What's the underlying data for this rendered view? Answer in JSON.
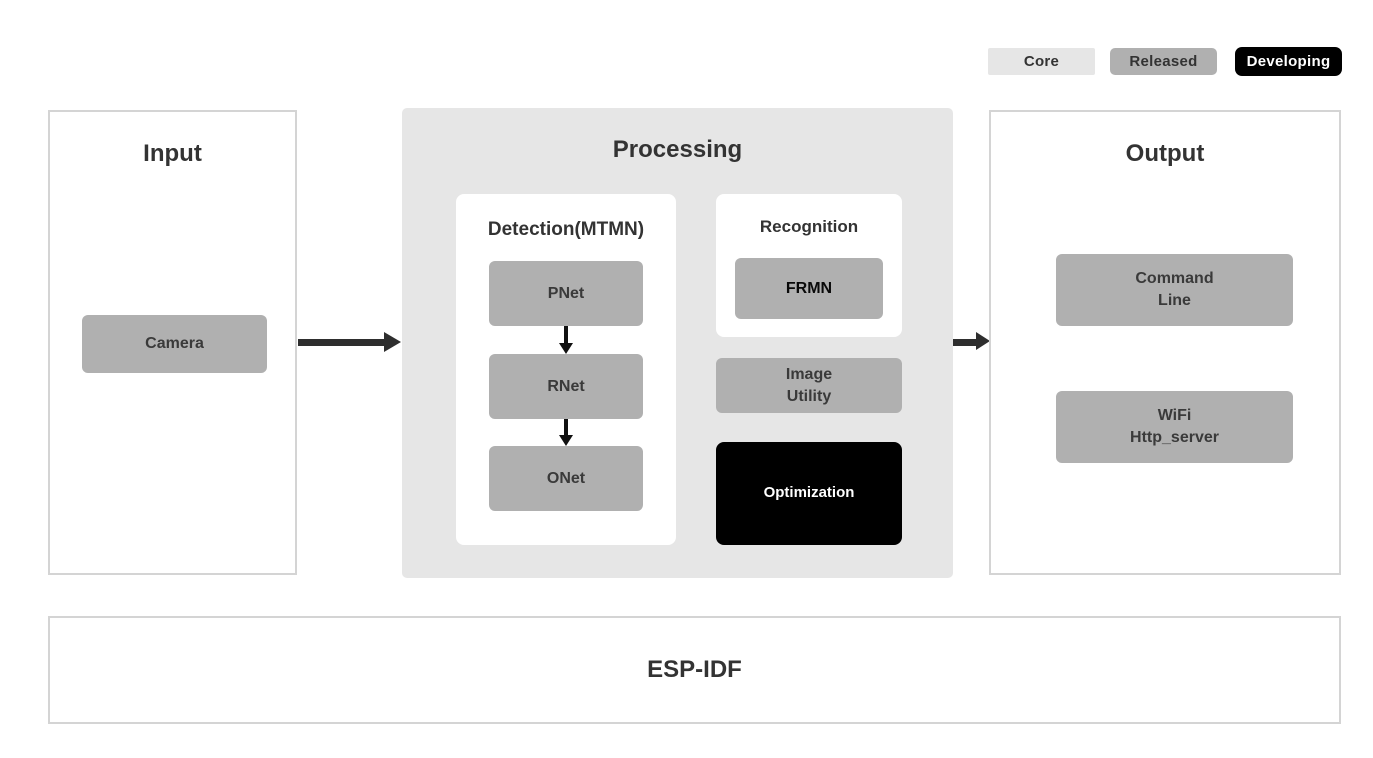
{
  "legend": {
    "items": [
      {
        "label": "Core",
        "color": "#e6e6e6",
        "text_color": "#333333"
      },
      {
        "label": "Released",
        "color": "#b0b0b0",
        "text_color": "#333333"
      },
      {
        "label": "Developing",
        "color": "#000000",
        "text_color": "#ffffff"
      }
    ]
  },
  "input": {
    "title": "Input",
    "camera_label": "Camera"
  },
  "processing": {
    "title": "Processing",
    "detection": {
      "title": "Detection(MTMN)",
      "nodes": [
        "PNet",
        "RNet",
        "ONet"
      ]
    },
    "recognition": {
      "title": "Recognition",
      "node": "FRMN"
    },
    "image_utility_label": "Image\nUtility",
    "optimization_label": "Optimization"
  },
  "output": {
    "title": "Output",
    "items": [
      "Command\nLine",
      "WiFi\nHttp_server"
    ]
  },
  "foundation": {
    "title": "ESP-IDF"
  },
  "colors": {
    "processing_background": "#e6e6e6",
    "node_gray": "#b0b0b0",
    "node_black": "#000000",
    "panel_border": "#d4d4d4",
    "text": "#333333",
    "arrow": "#2e2e2e"
  }
}
